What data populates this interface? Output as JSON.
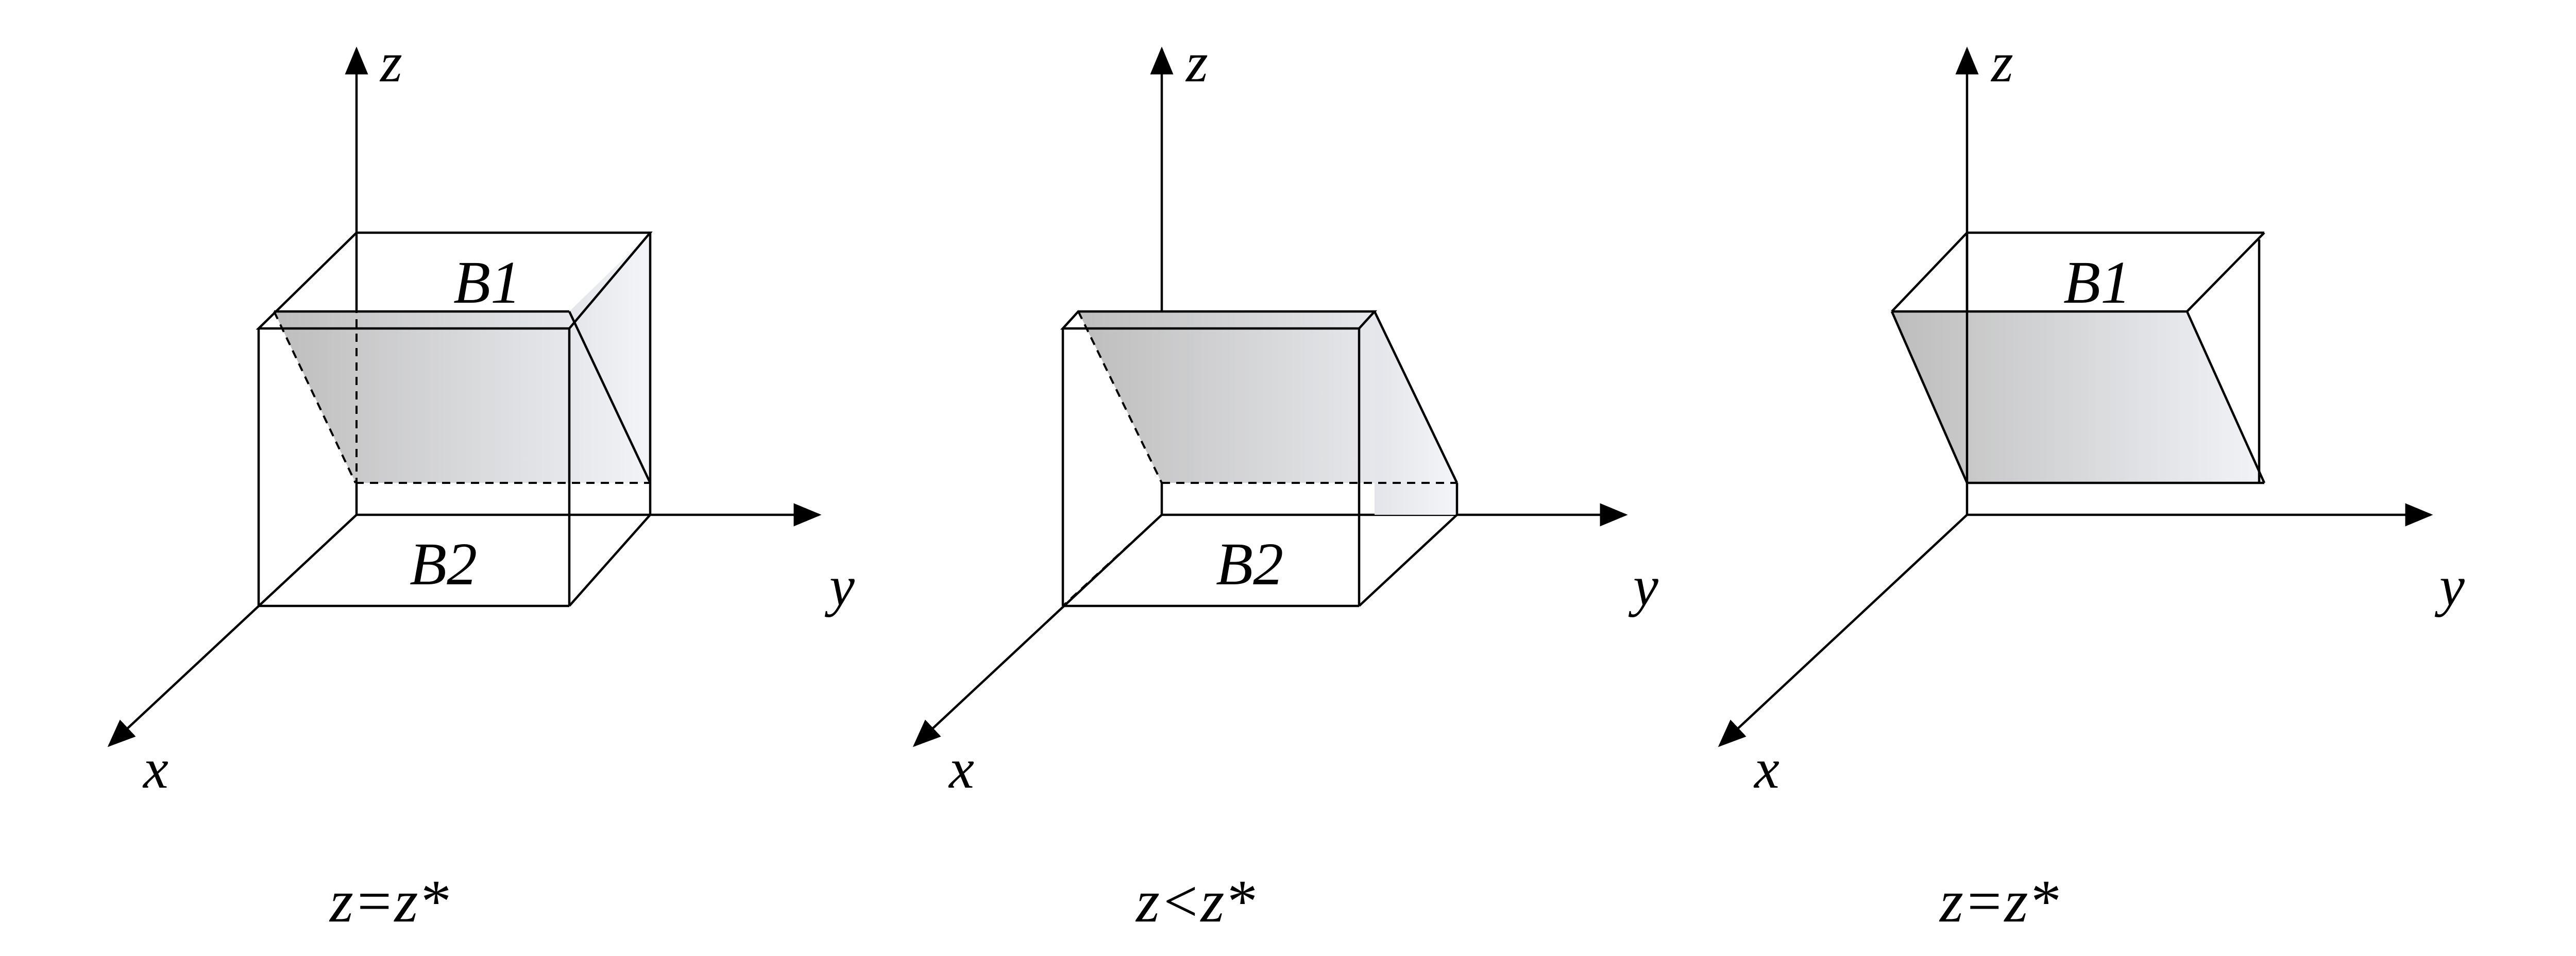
{
  "panels": [
    {
      "axes": {
        "x": "x",
        "y": "y",
        "z": "z"
      },
      "top_label": "B1",
      "bottom_label": "B2",
      "caption": "z=z*"
    },
    {
      "axes": {
        "x": "x",
        "y": "y",
        "z": "z"
      },
      "top_label": "",
      "bottom_label": "B2",
      "caption": "z<z*"
    },
    {
      "axes": {
        "x": "x",
        "y": "y",
        "z": "z"
      },
      "top_label": "B1",
      "bottom_label": "",
      "caption": "z=z*"
    }
  ],
  "colors": {
    "line": "#000000",
    "shade_dark": "#bdbdbd",
    "shade_light": "#f2f3f7"
  }
}
